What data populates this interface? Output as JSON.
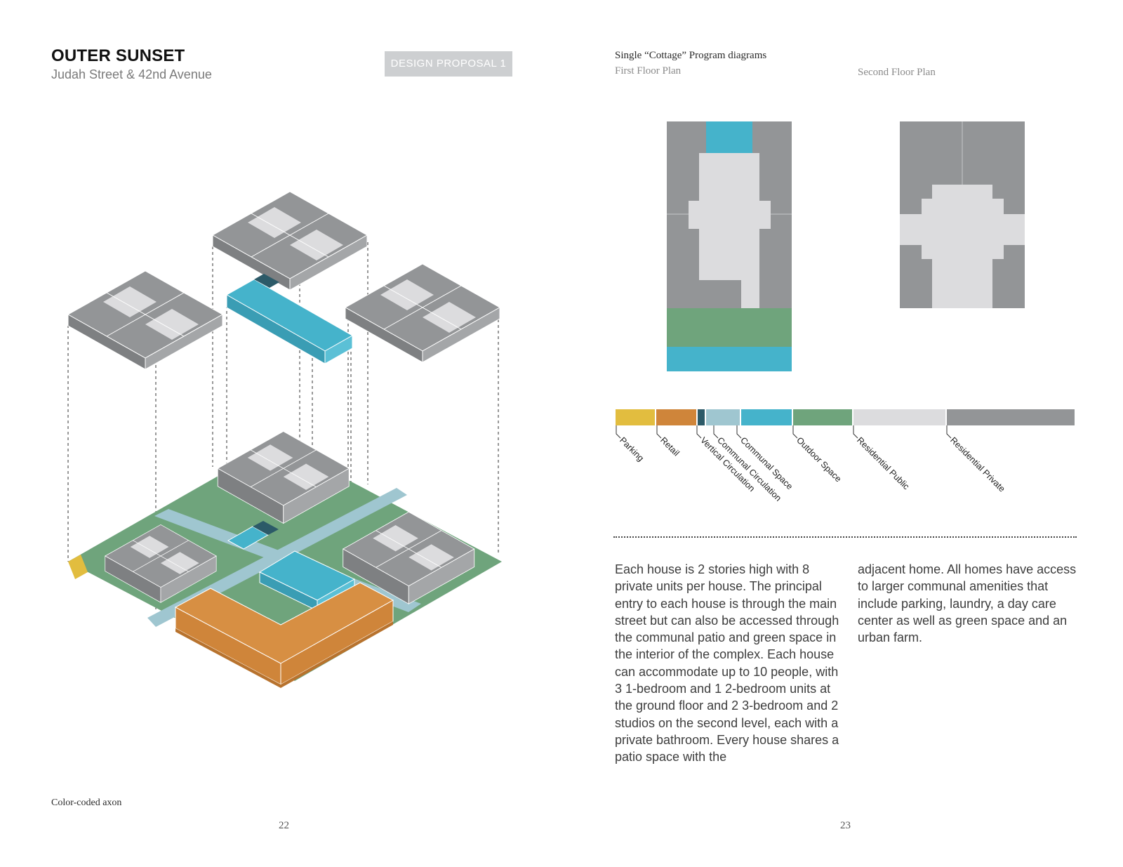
{
  "header": {
    "title": "OUTER SUNSET",
    "subtitle": "Judah Street & 42nd Avenue",
    "badge": "DESIGN PROPOSAL 1"
  },
  "program": {
    "title": "Single “Cottage” Program diagrams",
    "first_floor_label": "First Floor Plan",
    "second_floor_label": "Second Floor Plan"
  },
  "legend": {
    "items": [
      {
        "label": "Parking",
        "color": "#e2bd3f"
      },
      {
        "label": "Retail",
        "color": "#cf853a"
      },
      {
        "label": "Vertical Circulation",
        "color": "#2c5a68"
      },
      {
        "label": "Communal Circulation",
        "color": "#9fc6d0"
      },
      {
        "label": "Communal Space",
        "color": "#45b3cb"
      },
      {
        "label": "Outdoor Space",
        "color": "#6fa47c"
      },
      {
        "label": "Residential Public",
        "color": "#dcdcde"
      },
      {
        "label": "Residential Private",
        "color": "#939597"
      }
    ]
  },
  "text": {
    "col1": "Each house is 2 stories high with 8 private units per house. The principal entry to each house is through the main street but can also be accessed through the communal patio and green space in the interior of the complex. Each house can accommodate up to 10 people, with 3 1-bedroom and 1 2-bedroom units at the ground floor and 2 3-bedroom and 2 studios on the second level, each with a private bathroom. Every house shares a patio space with the",
    "col2": "adjacent home. All homes have access to larger communal amenities that include parking, laundry, a day care center as well as green space and an urban farm."
  },
  "footer": {
    "caption": "Color-coded axon",
    "page_left": "22",
    "page_right": "23"
  }
}
